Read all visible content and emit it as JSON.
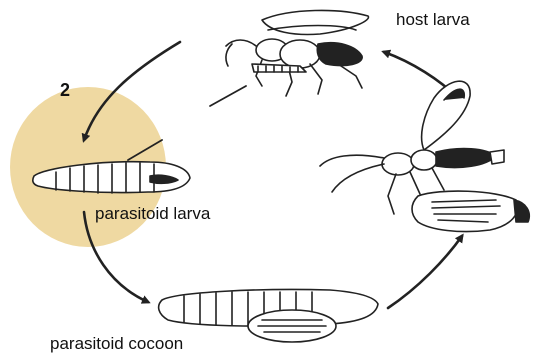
{
  "labels": {
    "step_number": "2",
    "host_larva": "host larva",
    "parasitoid_larva": "parasitoid larva",
    "parasitoid_cocoon": "parasitoid cocoon"
  },
  "colors": {
    "highlight": "#efd9a2",
    "ink": "#222222"
  }
}
